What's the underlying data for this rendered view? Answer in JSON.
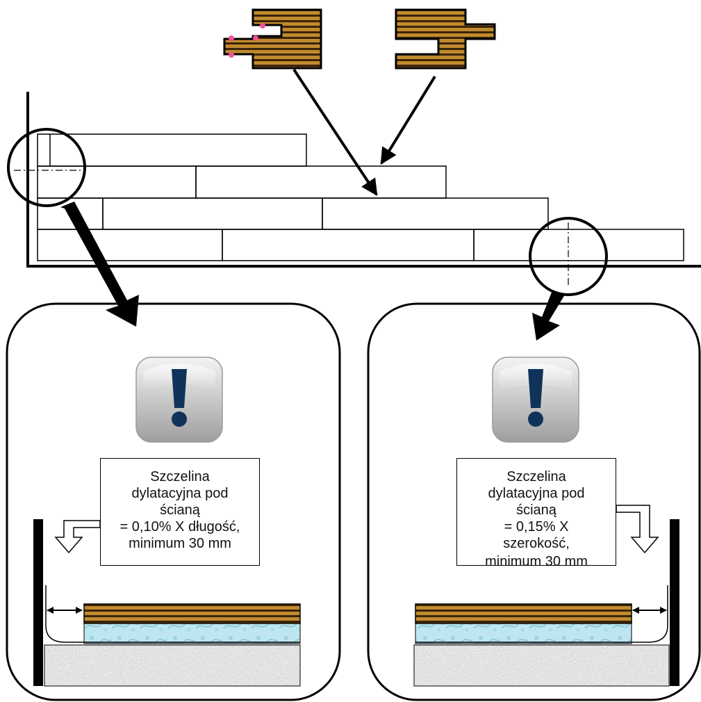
{
  "colors": {
    "wood_light": "#C08A2E",
    "wood_dark": "#3A2408",
    "foam": "#B9E3EE",
    "exclamation": "#10335A",
    "concrete": "#8A8A8A"
  },
  "icons": [
    "tongue-plank-icon",
    "groove-plank-icon",
    "magnifier-icon",
    "exclamation-icon",
    "hollow-arrow-icon",
    "double-arrow-icon"
  ],
  "left_panel": {
    "note_lines": [
      "Szczelina",
      "dylatacyjna pod",
      "ścianą",
      "= 0,10% X długość,",
      "minimum 30 mm"
    ]
  },
  "right_panel": {
    "note_lines": [
      "Szczelina",
      "dylatacyjna pod",
      "ścianą",
      "= 0,15% X",
      "szerokość,",
      "minimum 30 mm"
    ]
  }
}
